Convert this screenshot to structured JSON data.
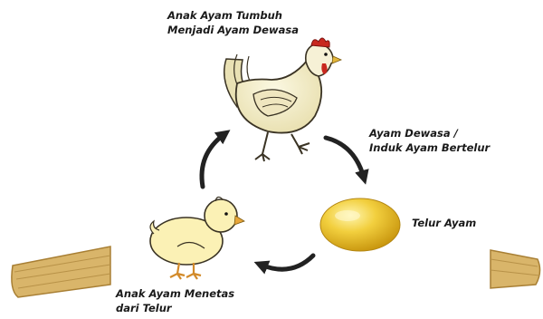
{
  "diagram": {
    "stages": {
      "adult": {
        "line1": "Anak Ayam Tumbuh",
        "line2": "Menjadi Ayam Dewasa"
      },
      "hen": {
        "line1": "Ayam Dewasa /",
        "line2": "Induk Ayam Bertelur"
      },
      "egg": {
        "line1": "Telur Ayam"
      },
      "chick": {
        "line1": "Anak Ayam Menetas",
        "line2": "dari Telur"
      }
    },
    "colors": {
      "book_tan": "#d9b56a",
      "book_edge": "#a87f34",
      "hen_body": "#f1ecc9",
      "comb_red": "#c8281f",
      "egg_gold": "#e4b82d",
      "chick_yellow": "#fbf1b5",
      "arrow": "#222222"
    }
  }
}
